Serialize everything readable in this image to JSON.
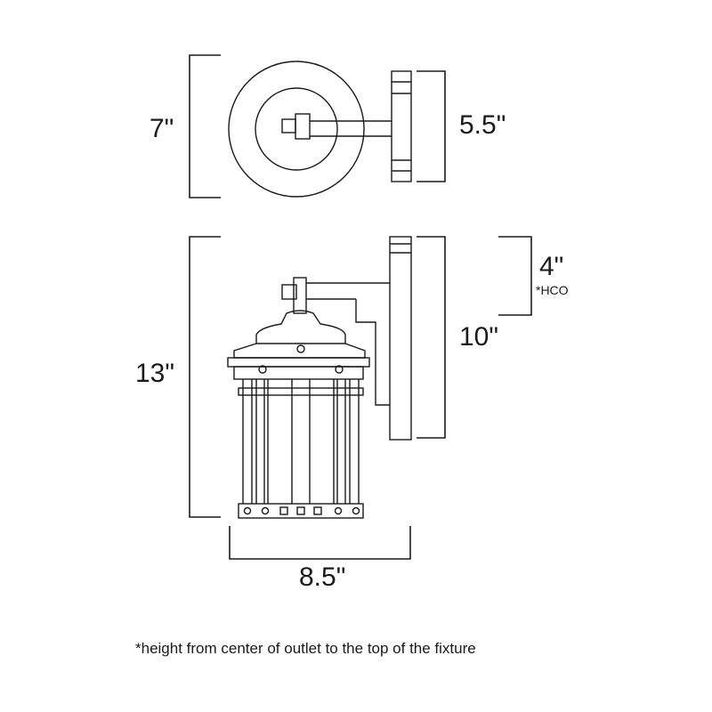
{
  "dimensions": {
    "top_depth": "7\"",
    "backplate_width": "5.5\"",
    "height_to_outlet": "4\"",
    "hco_marker": "*HCO",
    "overall_height": "13\"",
    "backplate_height": "10\"",
    "overall_width": "8.5\""
  },
  "footnote": "*height from center of outlet to the top of the fixture",
  "colors": {
    "line": "#1a1a1a",
    "background": "#ffffff"
  }
}
